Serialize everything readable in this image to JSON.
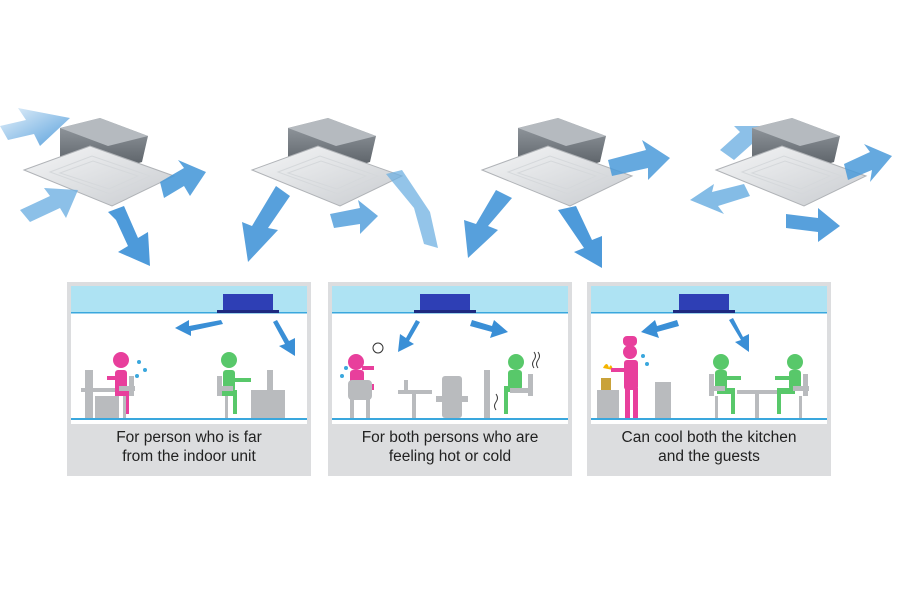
{
  "colors": {
    "arrow": "#3a8fd6",
    "arrow_light": "#b8d7ef",
    "unit_blue": "#2e3fb5",
    "ceiling": "#aee3f3",
    "floor_line": "#3aa7dd",
    "hot_person": "#e83f9c",
    "cold_person": "#58c86a",
    "furniture": "#b9bbbe",
    "caption_bg": "#dcdddf"
  },
  "panels": [
    {
      "id": "far",
      "caption_lines": [
        "For person who is far",
        "from the indoor unit"
      ]
    },
    {
      "id": "hot-cold",
      "caption_lines": [
        "For both persons who are",
        "feeling hot or cold"
      ]
    },
    {
      "id": "kitchen",
      "caption_lines": [
        "Can cool both the kitchen",
        "and the guests"
      ]
    }
  ]
}
